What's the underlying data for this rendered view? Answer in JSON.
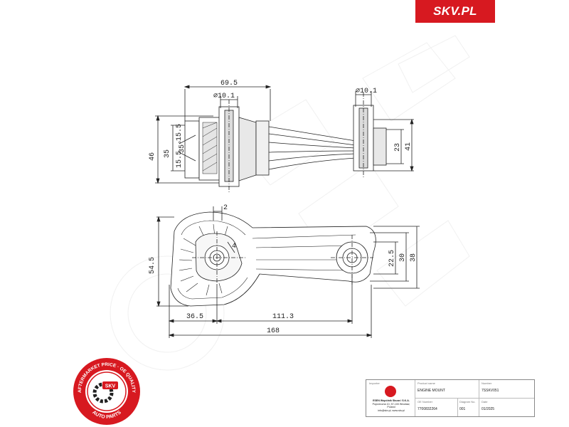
{
  "brand": {
    "label": "SKV.PL",
    "color": "#d71920"
  },
  "drawing": {
    "watermark_text": "SKV",
    "top_view": {
      "dims": [
        "69.5",
        "⌀10.1",
        "⌀10.1",
        "46",
        "35",
        "35°",
        "15.5",
        "15.5",
        "23",
        "41"
      ]
    },
    "bottom_view": {
      "dims": [
        "2",
        "4",
        "54.5",
        "22.5",
        "30",
        "38",
        "36.5",
        "111.3",
        "168"
      ]
    }
  },
  "seal": {
    "ring_text": "AFTERMARKET PRICE · OE QUALITY",
    "center_label": "SKV",
    "bottom_text": "AUTO PARTS",
    "ring_color": "#d71920"
  },
  "title_block": {
    "importer_label": "Importer",
    "importer_text": [
      "ESEN Wspólnik Skuza i S.K.A.",
      "Poprzeczna 10, 57-100 Wrocław, Poland",
      "info@skv.pl, www.skv.pl"
    ],
    "product_name_label": "Product name",
    "product_name": "ENGINE MOUNT",
    "number_label": "Number",
    "number": "7SSKV051",
    "oe_label": "OE Number",
    "oe_number": "7700832264",
    "diagram_label": "Diagram No.",
    "diagram_no": "001",
    "date_label": "Date",
    "date": "01/2025"
  }
}
